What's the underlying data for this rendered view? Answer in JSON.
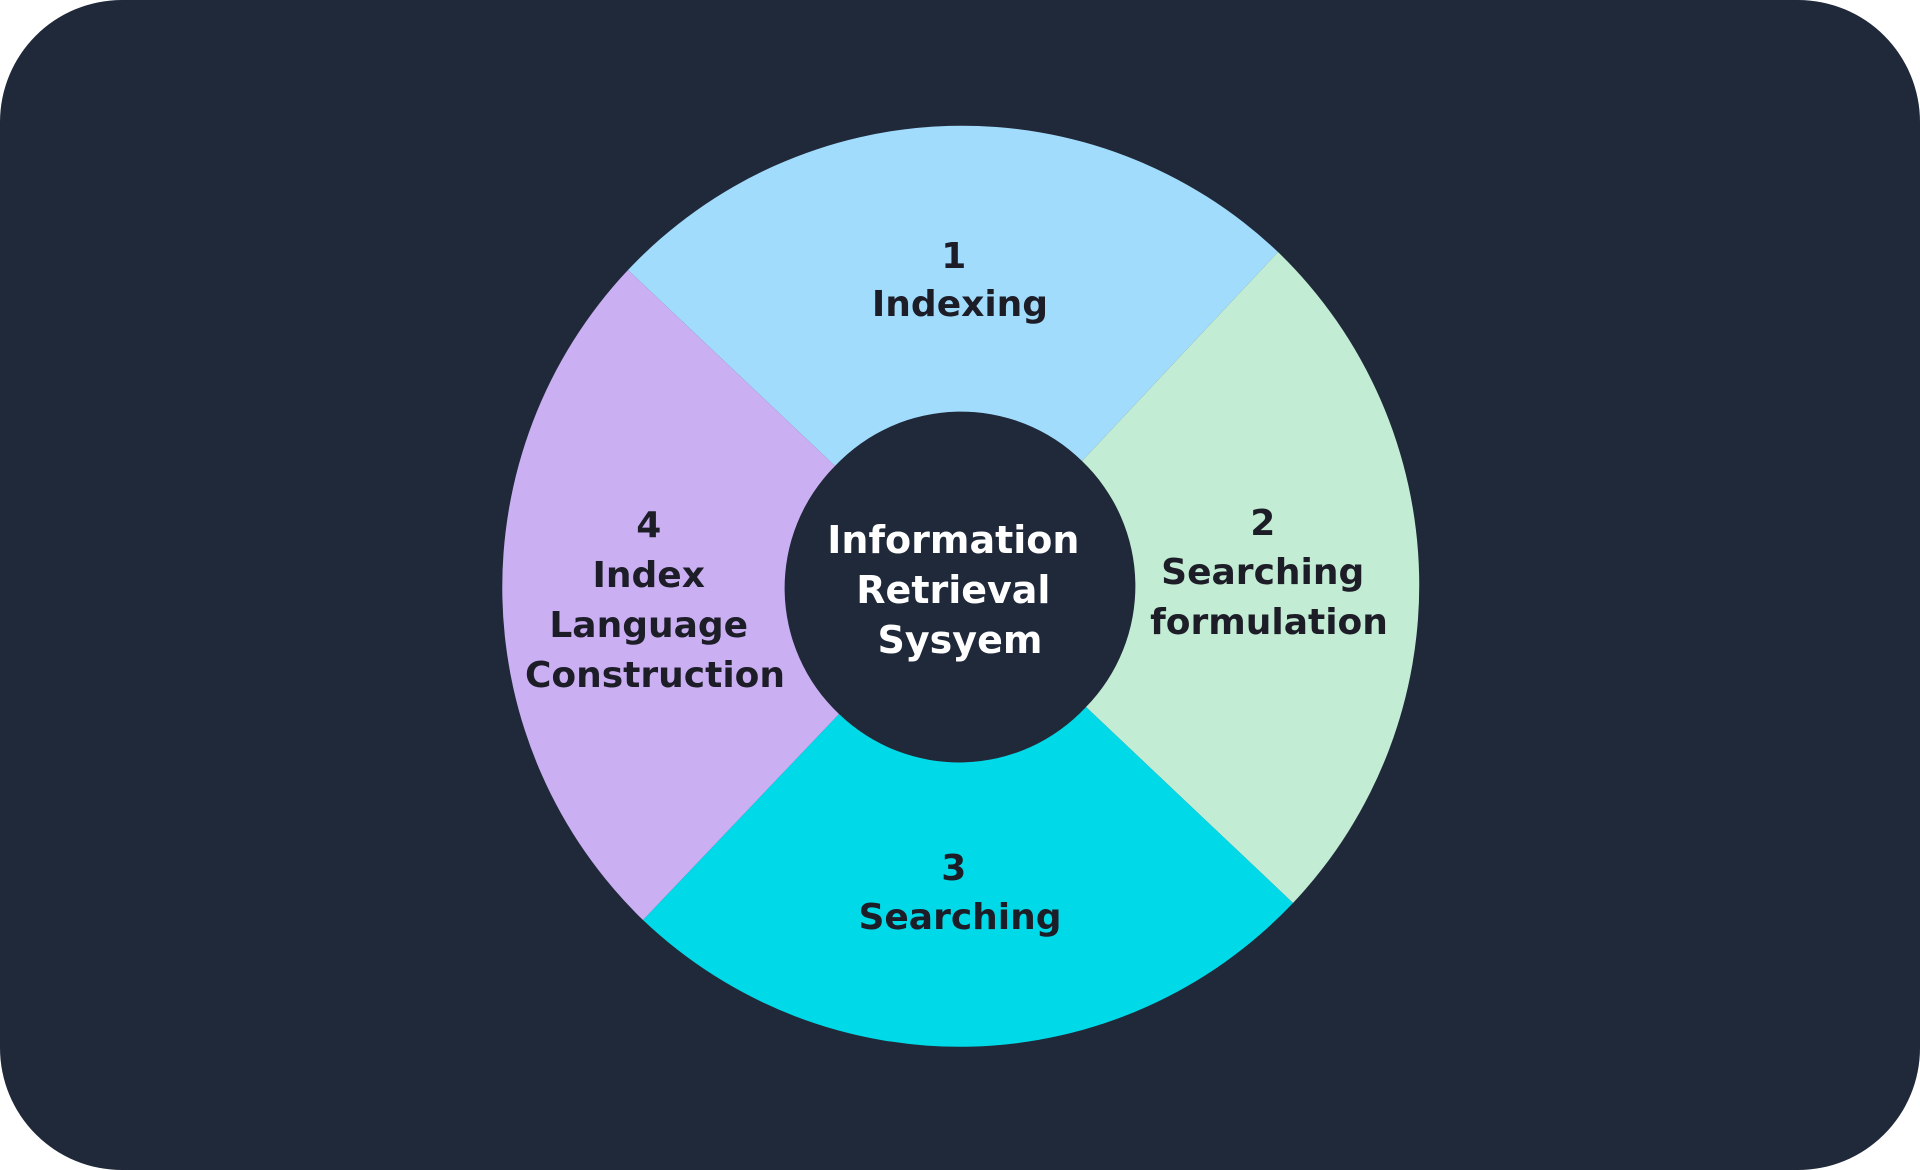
{
  "center": {
    "lines": [
      "Information",
      "Retrieval",
      "Sysyem"
    ]
  },
  "segments": [
    {
      "number": "1",
      "lines": [
        "Indexing"
      ],
      "color": "#a2dcfd"
    },
    {
      "number": "2",
      "lines": [
        "Searching",
        "formulation"
      ],
      "color": "#c3ecd4"
    },
    {
      "number": "3",
      "lines": [
        "Searching"
      ],
      "color": "#00dae8"
    },
    {
      "number": "4",
      "lines": [
        "Index",
        "Language",
        "Construction"
      ],
      "color": "#cab0f3"
    }
  ],
  "colors": {
    "background": "#202939",
    "center_fill": "#202939",
    "segment_text": "#1d1d28",
    "center_text": "#ffffff"
  }
}
